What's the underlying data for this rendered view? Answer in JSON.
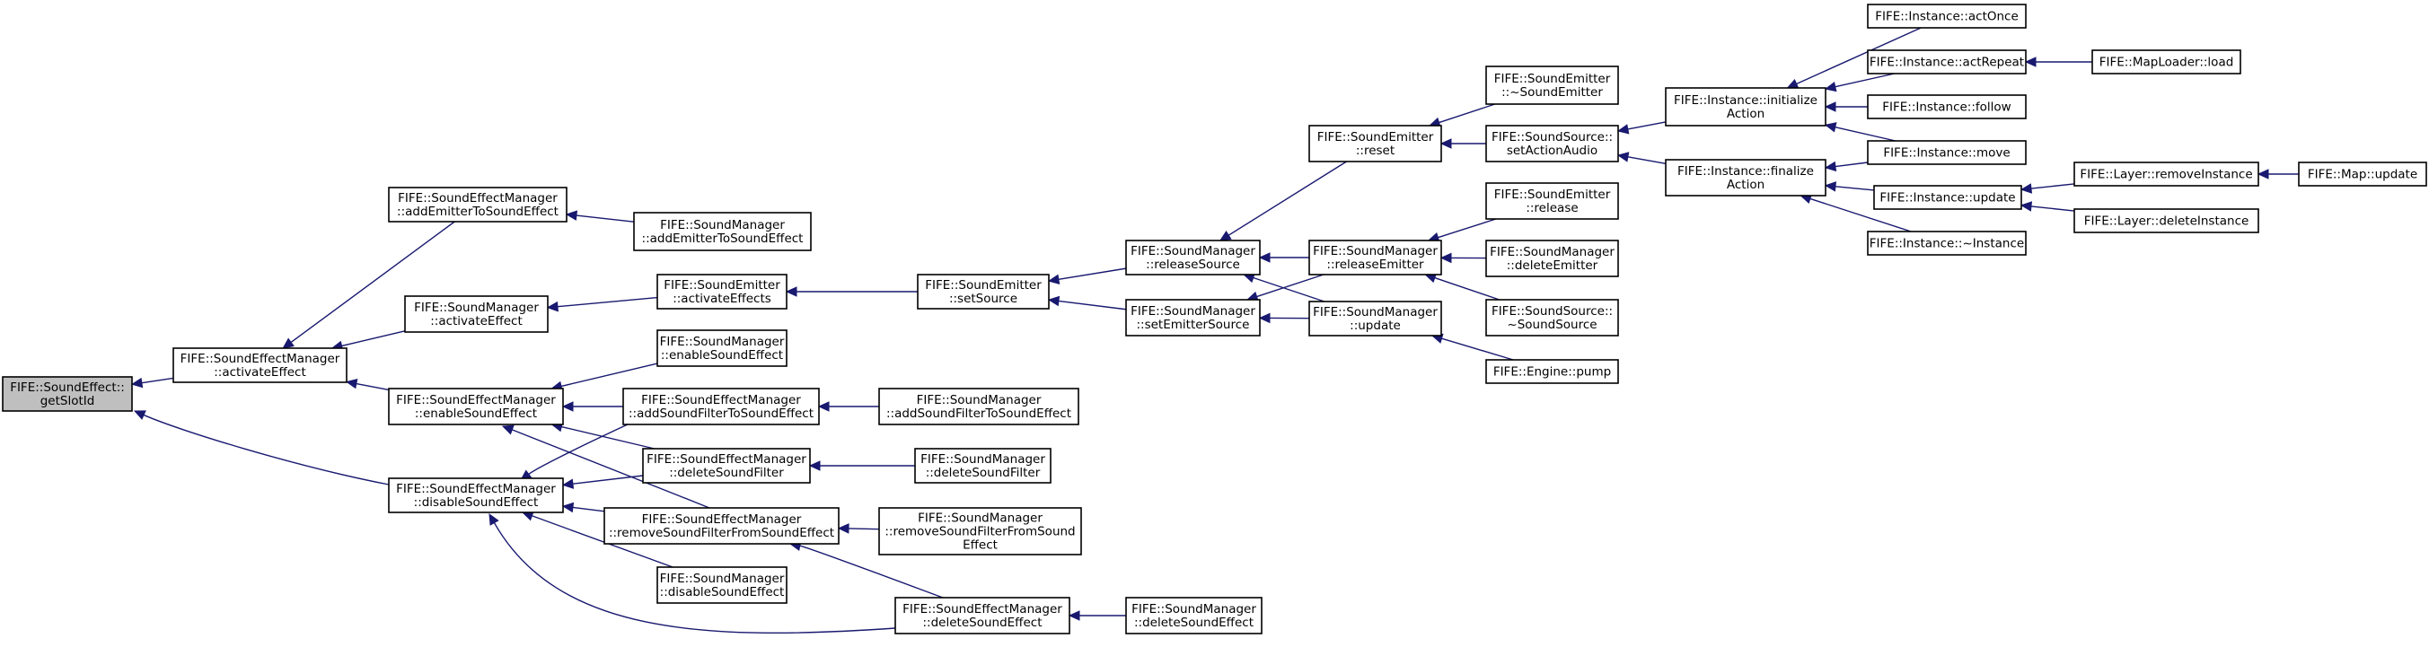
{
  "nodes": {
    "getslotid": [
      "FIFE::SoundEffect::",
      "getSlotId"
    ],
    "sem_activateeffect": [
      "FIFE::SoundEffectManager",
      "::activateEffect"
    ],
    "sem_addemitter": [
      "FIFE::SoundEffectManager",
      "::addEmitterToSoundEffect"
    ],
    "sm_addemitter": [
      "FIFE::SoundManager",
      "::addEmitterToSoundEffect"
    ],
    "sm_activateeffect": [
      "FIFE::SoundManager",
      "::activateEffect"
    ],
    "se_activateeffects": [
      "FIFE::SoundEmitter",
      "::activateEffects"
    ],
    "se_setsource": [
      "FIFE::SoundEmitter",
      "::setSource"
    ],
    "sm_releasesource": [
      "FIFE::SoundManager",
      "::releaseSource"
    ],
    "sm_setemittersource": [
      "FIFE::SoundManager",
      "::setEmitterSource"
    ],
    "se_reset": [
      "FIFE::SoundEmitter",
      "::reset"
    ],
    "se_dtor": [
      "FIFE::SoundEmitter",
      "::~SoundEmitter"
    ],
    "ss_setactionaudio": [
      "FIFE::SoundSource::",
      "setActionAudio"
    ],
    "inst_initaction": [
      "FIFE::Instance::initialize",
      "Action"
    ],
    "inst_finaction": [
      "FIFE::Instance::finalize",
      "Action"
    ],
    "inst_actonce": [
      "FIFE::Instance::actOnce"
    ],
    "inst_actrepeat": [
      "FIFE::Instance::actRepeat"
    ],
    "maploader_load": [
      "FIFE::MapLoader::load"
    ],
    "inst_follow": [
      "FIFE::Instance::follow"
    ],
    "inst_move": [
      "FIFE::Instance::move"
    ],
    "inst_update": [
      "FIFE::Instance::update"
    ],
    "inst_dtor": [
      "FIFE::Instance::~Instance"
    ],
    "layer_removeinstance": [
      "FIFE::Layer::removeInstance"
    ],
    "map_update": [
      "FIFE::Map::update"
    ],
    "layer_deleteinstance": [
      "FIFE::Layer::deleteInstance"
    ],
    "sm_releaseemitter": [
      "FIFE::SoundManager",
      "::releaseEmitter"
    ],
    "se_release": [
      "FIFE::SoundEmitter",
      "::release"
    ],
    "sm_deleteemitter": [
      "FIFE::SoundManager",
      "::deleteEmitter"
    ],
    "ss_dtor": [
      "FIFE::SoundSource::",
      "~SoundSource"
    ],
    "sm_update": [
      "FIFE::SoundManager",
      "::update"
    ],
    "engine_pump": [
      "FIFE::Engine::pump"
    ],
    "sem_enablesoundeffect": [
      "FIFE::SoundEffectManager",
      "::enableSoundEffect"
    ],
    "sm_enablesoundeffect": [
      "FIFE::SoundManager",
      "::enableSoundEffect"
    ],
    "sem_addsoundfilter": [
      "FIFE::SoundEffectManager",
      "::addSoundFilterToSoundEffect"
    ],
    "sm_addsoundfilter": [
      "FIFE::SoundManager",
      "::addSoundFilterToSoundEffect"
    ],
    "sem_deletesoundfilter": [
      "FIFE::SoundEffectManager",
      "::deleteSoundFilter"
    ],
    "sm_deletesoundfilter": [
      "FIFE::SoundManager",
      "::deleteSoundFilter"
    ],
    "sem_disablesoundeffect": [
      "FIFE::SoundEffectManager",
      "::disableSoundEffect"
    ],
    "sem_removesoundfilter": [
      "FIFE::SoundEffectManager",
      "::removeSoundFilterFromSoundEffect"
    ],
    "sm_removesoundfilter": [
      "FIFE::SoundManager",
      "::removeSoundFilterFromSound",
      "Effect"
    ],
    "sm_disablesoundeffect": [
      "FIFE::SoundManager",
      "::disableSoundEffect"
    ],
    "sem_deletesoundeffect": [
      "FIFE::SoundEffectManager",
      "::deleteSoundEffect"
    ],
    "sm_deletesoundeffect": [
      "FIFE::SoundManager",
      "::deleteSoundEffect"
    ]
  },
  "edges": [
    [
      "sem_activateeffect",
      "getslotid"
    ],
    [
      "sem_disablesoundeffect",
      "getslotid"
    ],
    [
      "sem_addemitter",
      "sem_activateeffect"
    ],
    [
      "sm_activateeffect",
      "sem_activateeffect"
    ],
    [
      "sem_enablesoundeffect",
      "sem_activateeffect"
    ],
    [
      "sm_addemitter",
      "sem_addemitter"
    ],
    [
      "se_activateeffects",
      "sm_activateeffect"
    ],
    [
      "se_setsource",
      "se_activateeffects"
    ],
    [
      "sm_releasesource",
      "se_setsource"
    ],
    [
      "sm_setemittersource",
      "se_setsource"
    ],
    [
      "se_reset",
      "sm_releasesource"
    ],
    [
      "sm_releaseemitter",
      "sm_releasesource"
    ],
    [
      "sm_update",
      "sm_releasesource"
    ],
    [
      "sm_releaseemitter",
      "sm_setemittersource"
    ],
    [
      "sm_update",
      "sm_setemittersource"
    ],
    [
      "se_dtor",
      "se_reset"
    ],
    [
      "ss_setactionaudio",
      "se_reset"
    ],
    [
      "inst_initaction",
      "ss_setactionaudio"
    ],
    [
      "inst_finaction",
      "ss_setactionaudio"
    ],
    [
      "inst_actonce",
      "inst_initaction"
    ],
    [
      "inst_actrepeat",
      "inst_initaction"
    ],
    [
      "inst_follow",
      "inst_initaction"
    ],
    [
      "inst_move",
      "inst_initaction"
    ],
    [
      "maploader_load",
      "inst_actrepeat"
    ],
    [
      "inst_move",
      "inst_finaction"
    ],
    [
      "inst_update",
      "inst_finaction"
    ],
    [
      "inst_dtor",
      "inst_finaction"
    ],
    [
      "layer_removeinstance",
      "inst_update"
    ],
    [
      "layer_deleteinstance",
      "inst_update"
    ],
    [
      "map_update",
      "layer_removeinstance"
    ],
    [
      "se_release",
      "sm_releaseemitter"
    ],
    [
      "sm_deleteemitter",
      "sm_releaseemitter"
    ],
    [
      "ss_dtor",
      "sm_releaseemitter"
    ],
    [
      "engine_pump",
      "sm_update"
    ],
    [
      "sm_enablesoundeffect",
      "sem_enablesoundeffect"
    ],
    [
      "sem_addsoundfilter",
      "sem_enablesoundeffect"
    ],
    [
      "sem_deletesoundfilter",
      "sem_enablesoundeffect"
    ],
    [
      "sm_addsoundfilter",
      "sem_addsoundfilter"
    ],
    [
      "sm_deletesoundfilter",
      "sem_deletesoundfilter"
    ],
    [
      "sem_addsoundfilter",
      "sem_disablesoundeffect"
    ],
    [
      "sem_deletesoundfilter",
      "sem_disablesoundeffect"
    ],
    [
      "sem_removesoundfilter",
      "sem_disablesoundeffect"
    ],
    [
      "sm_disablesoundeffect",
      "sem_disablesoundeffect"
    ],
    [
      "sem_deletesoundeffect",
      "sem_disablesoundeffect"
    ],
    [
      "sem_removesoundfilter",
      "sem_enablesoundeffect"
    ],
    [
      "sm_removesoundfilter",
      "sem_removesoundfilter"
    ],
    [
      "sem_deletesoundeffect",
      "sem_removesoundfilter"
    ],
    [
      "sm_deletesoundeffect",
      "sem_deletesoundeffect"
    ]
  ],
  "colors": {
    "edge": "#191970",
    "root_fill": "#bfbfbf",
    "node_fill": "#ffffff",
    "node_border": "#000000"
  }
}
